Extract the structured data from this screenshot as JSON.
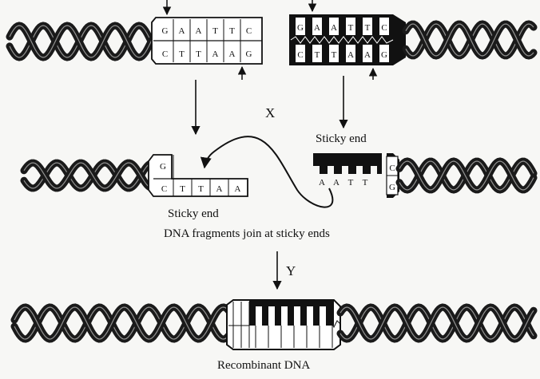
{
  "top_left_seq": {
    "upper": [
      "G",
      "A",
      "A",
      "T",
      "T",
      "C"
    ],
    "lower": [
      "C",
      "T",
      "T",
      "A",
      "A",
      "G"
    ]
  },
  "top_right_seq": {
    "upper": [
      "G",
      "A",
      "A",
      "T",
      "T",
      "C"
    ],
    "lower": [
      "C",
      "T",
      "T",
      "A",
      "A",
      "G"
    ]
  },
  "mid_left_seq": {
    "upper": [
      "G"
    ],
    "lower": [
      "C",
      "T",
      "T",
      "A",
      "A"
    ]
  },
  "mid_right_seq": {
    "bottom": [
      "A",
      "A",
      "T",
      "T"
    ],
    "right_top": "C",
    "right_bottom": "G"
  },
  "labels": {
    "x": "X",
    "y": "Y",
    "sticky_end_right": "Sticky end",
    "sticky_end_left": "Sticky end",
    "join": "DNA fragments join at sticky ends",
    "recombinant": "Recombinant DNA"
  }
}
